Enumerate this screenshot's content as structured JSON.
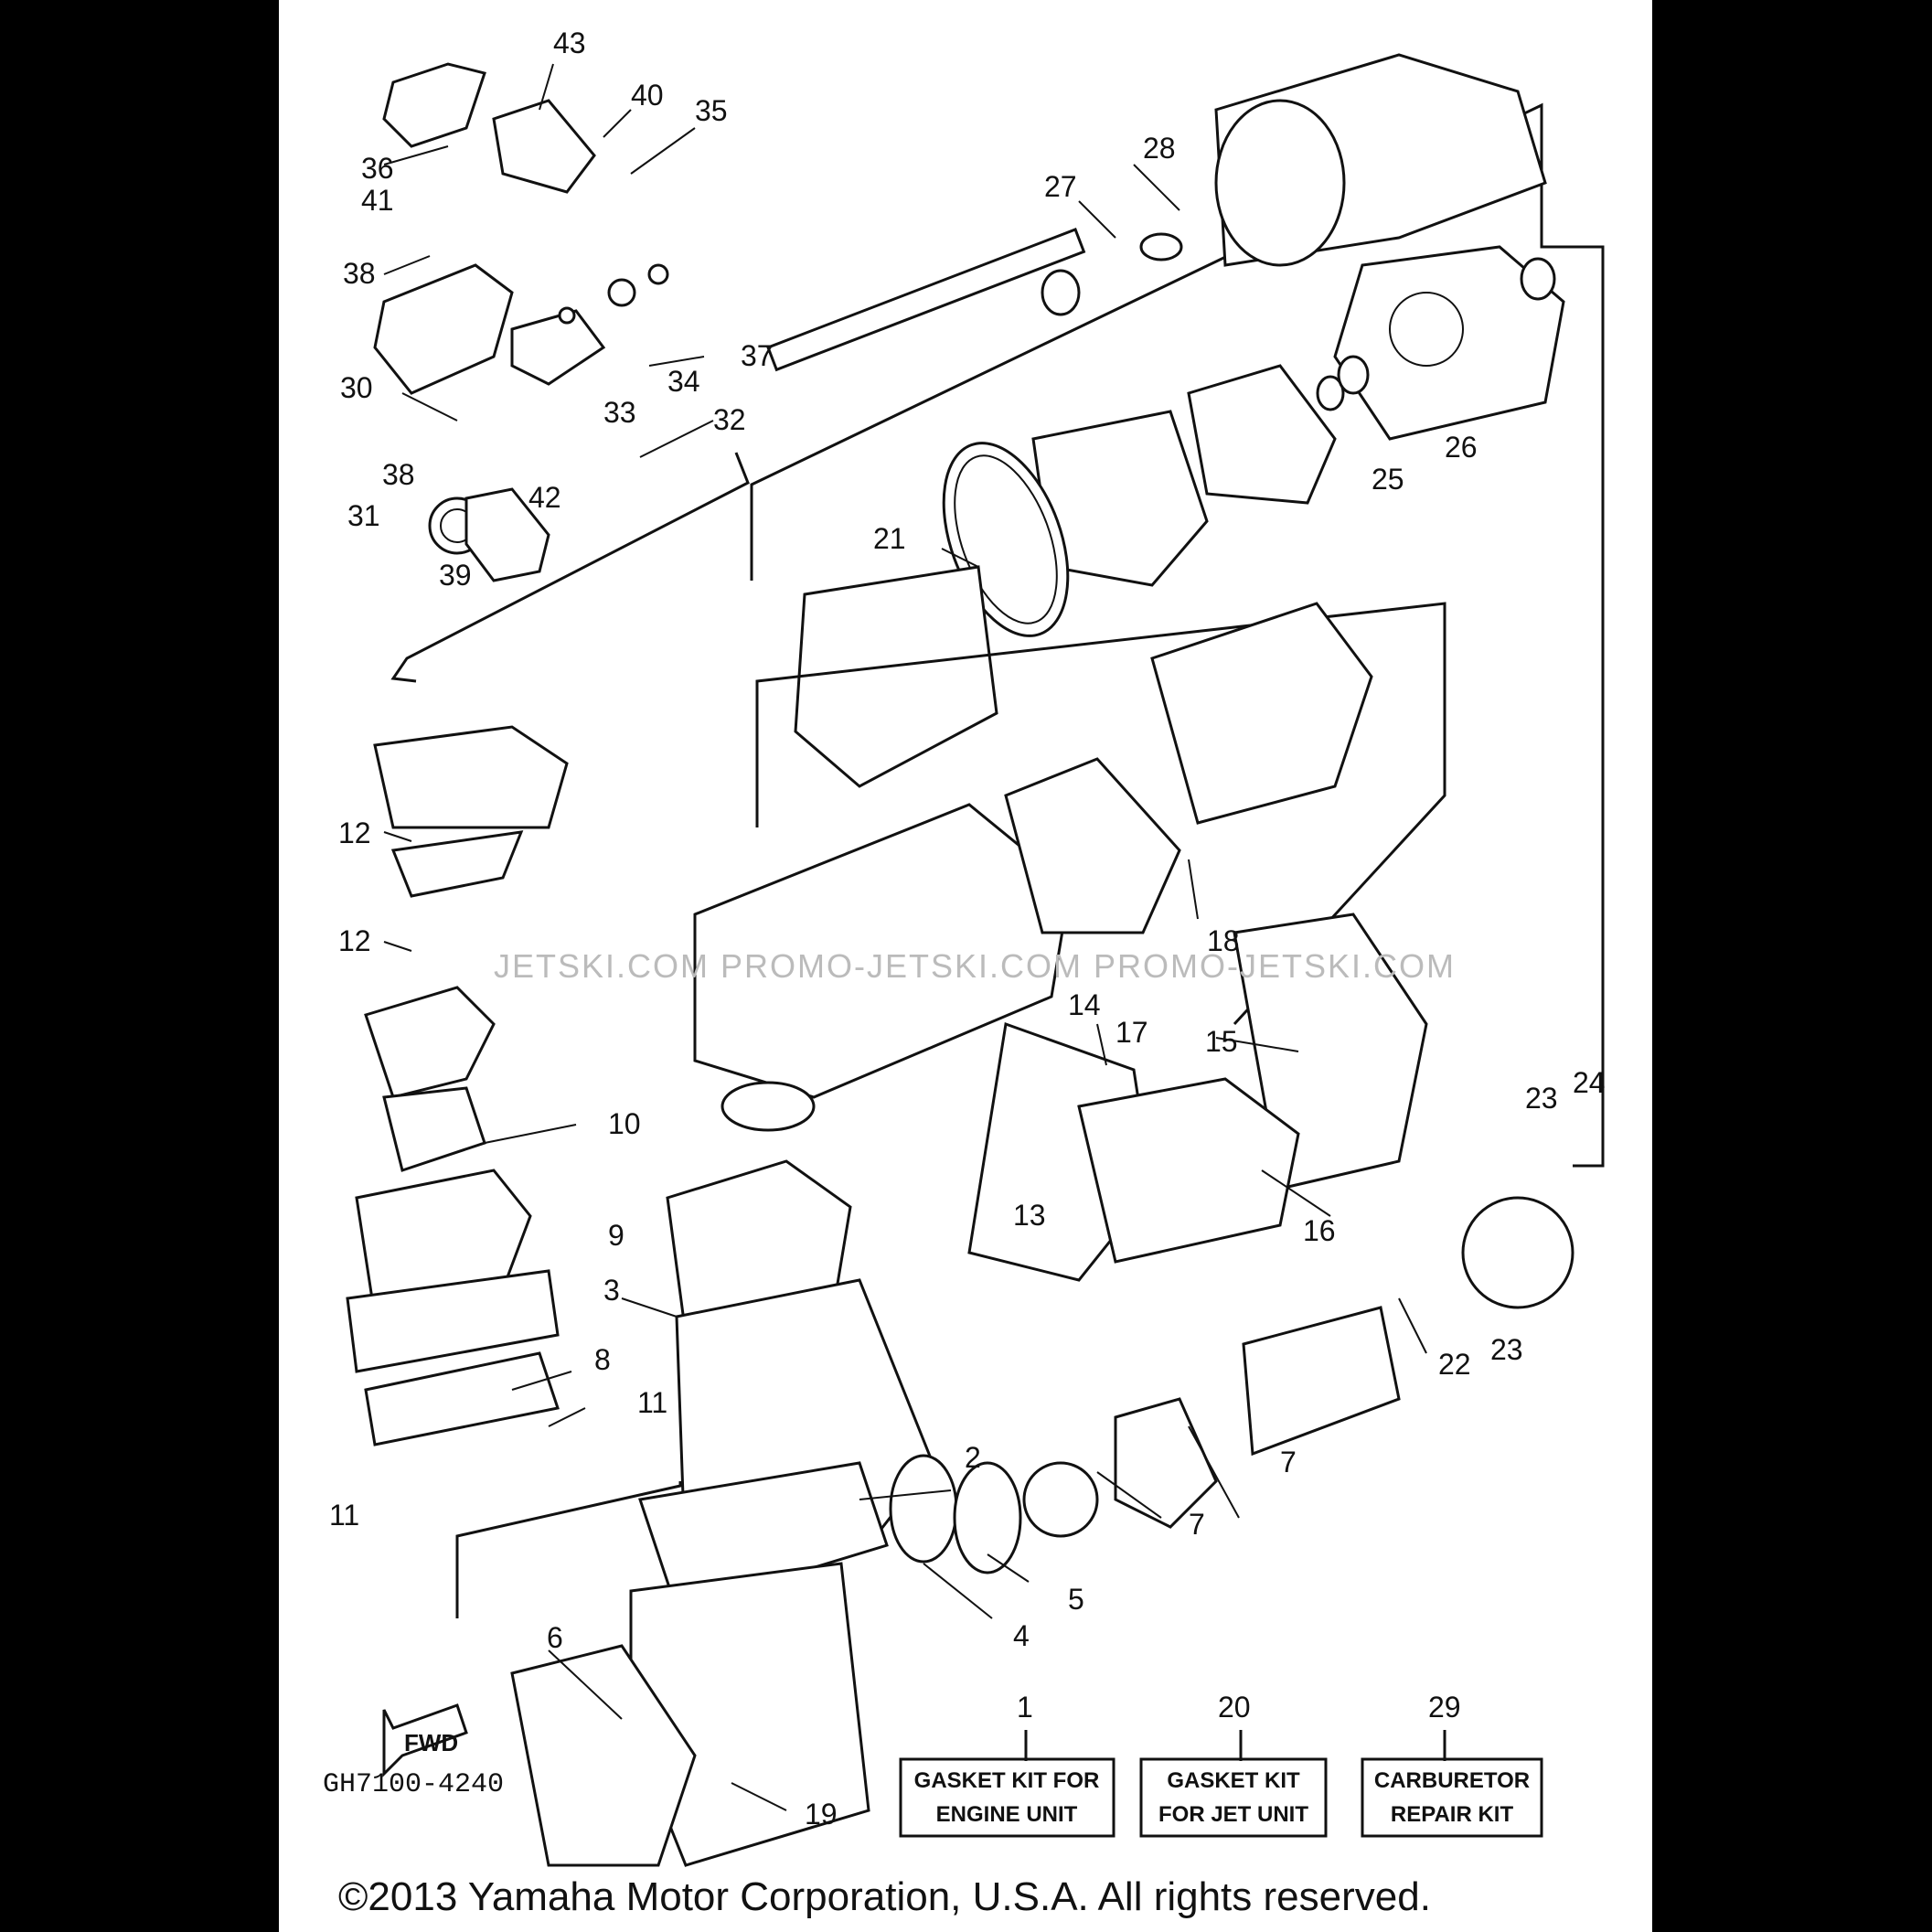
{
  "watermark": "JETSKI.COM PROMO-JETSKI.COM   PROMO-JETSKI.COM",
  "diagram_code": "GH7100-4240",
  "fwd_label": "FWD",
  "copyright": "©2013 Yamaha Motor Corporation, U.S.A. All rights reserved.",
  "kits": [
    {
      "number": "1",
      "line1": "GASKET KIT FOR",
      "line2": "ENGINE UNIT"
    },
    {
      "number": "20",
      "line1": "GASKET KIT",
      "line2": "FOR JET UNIT"
    },
    {
      "number": "29",
      "line1": "CARBURETOR",
      "line2": "REPAIR KIT"
    }
  ],
  "callouts": [
    "43",
    "40",
    "35",
    "36",
    "41",
    "38",
    "37",
    "34",
    "30",
    "33",
    "32",
    "38",
    "31",
    "42",
    "39",
    "28",
    "27",
    "26",
    "25",
    "21",
    "12",
    "12",
    "18",
    "17",
    "14",
    "15",
    "10",
    "13",
    "16",
    "23",
    "24",
    "9",
    "3",
    "8",
    "11",
    "11",
    "22",
    "23",
    "2",
    "7",
    "7",
    "5",
    "4",
    "6",
    "19"
  ]
}
